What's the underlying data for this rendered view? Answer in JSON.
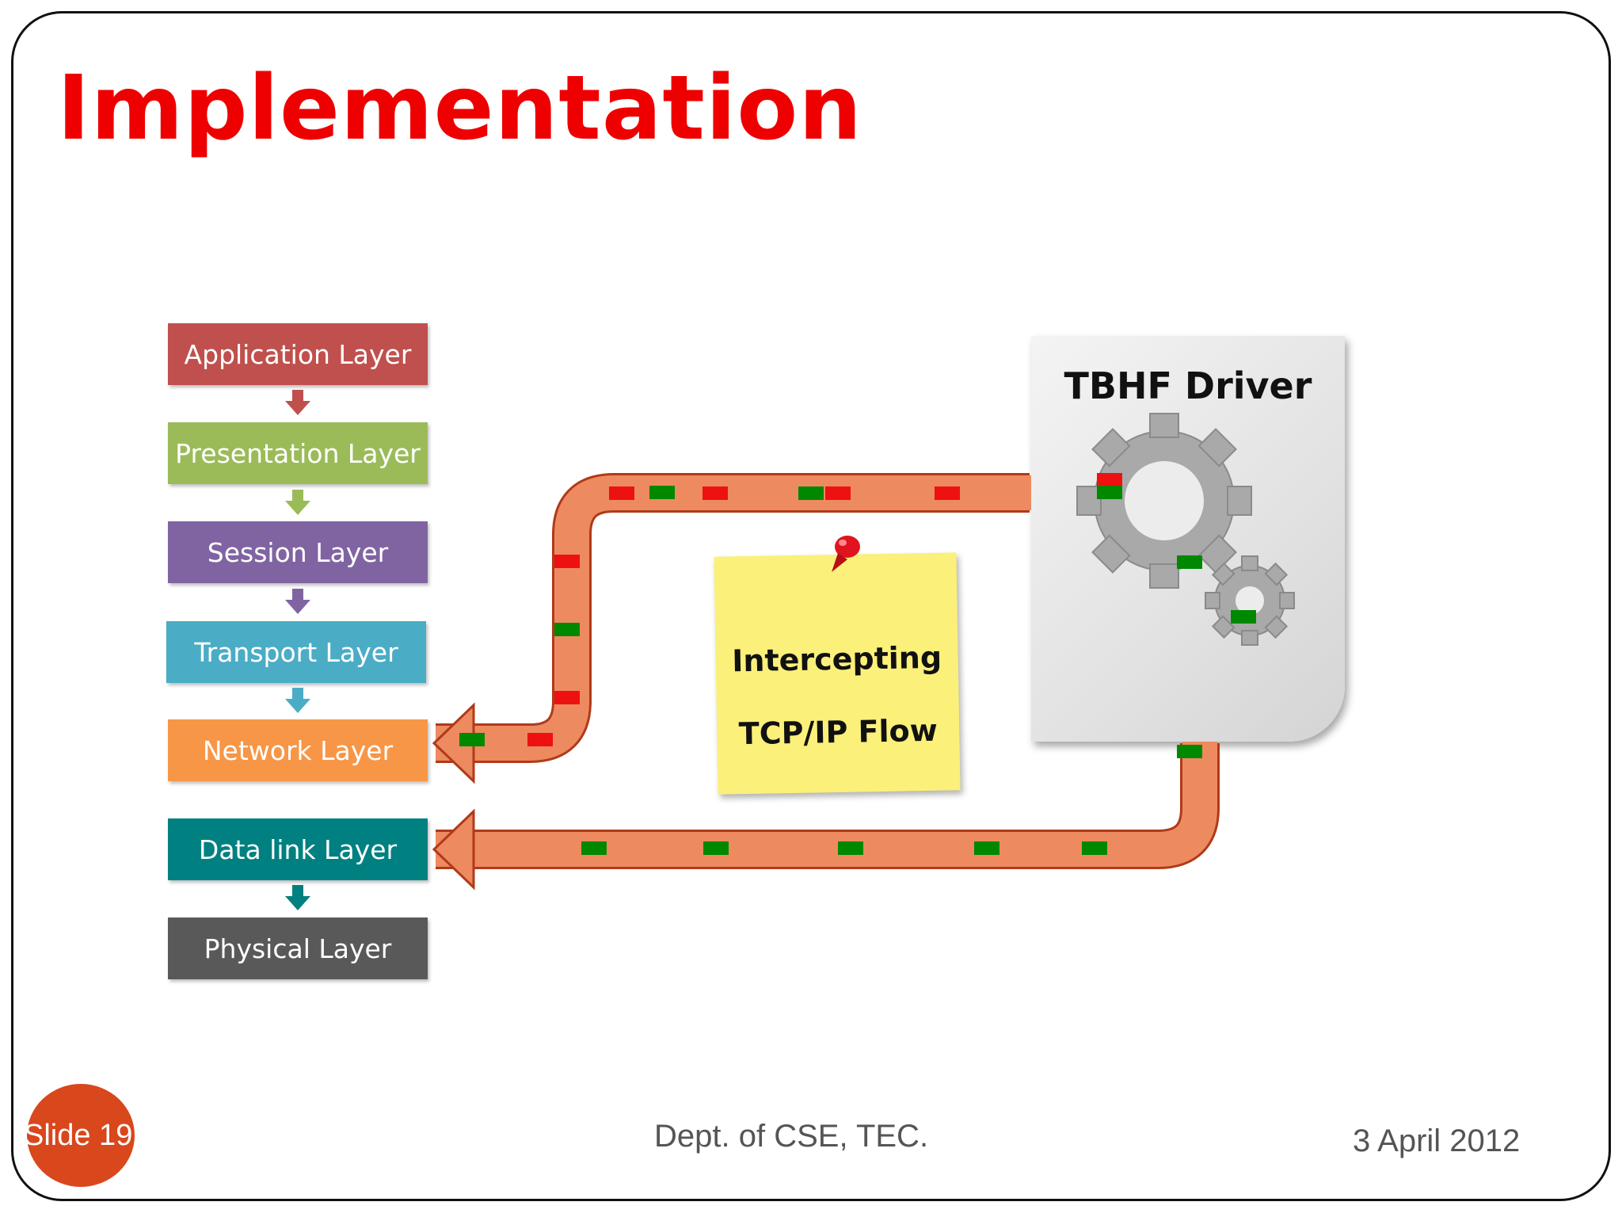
{
  "slide": {
    "title": "Implementation",
    "footer_center": "Dept. of CSE, TEC.",
    "footer_date": "3 April 2012",
    "slide_number": "Slide 19"
  },
  "layers": [
    {
      "label": "Application Layer",
      "color": "#c0504d"
    },
    {
      "label": "Presentation Layer",
      "color": "#9bbb59"
    },
    {
      "label": "Session Layer",
      "color": "#8064a2"
    },
    {
      "label": "Transport Layer",
      "color": "#4bacc6"
    },
    {
      "label": "Network Layer",
      "color": "#f79646"
    },
    {
      "label": "Data link Layer",
      "color": "#008080"
    },
    {
      "label": "Physical Layer",
      "color": "#595959"
    }
  ],
  "note": {
    "line1": "Intercepting",
    "line2": "TCP/IP Flow",
    "color": "#fbf07a"
  },
  "driver": {
    "label": "TBHF Driver"
  },
  "colors": {
    "title": "#ee0000",
    "pipe": "#ee8a60",
    "pipe_outline": "#b03a1a",
    "packet_red": "#ee1111",
    "packet_green": "#008800"
  }
}
